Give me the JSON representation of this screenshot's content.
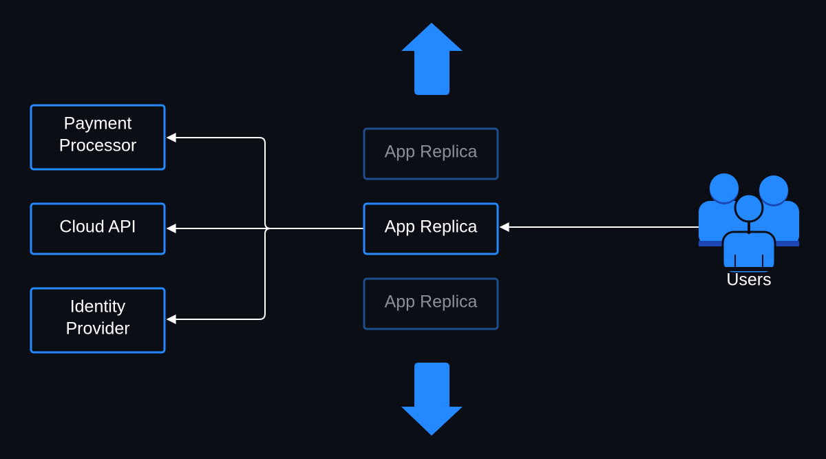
{
  "colors": {
    "background": "#0b0e15",
    "accent_blue": "#2489ff",
    "dark_blue": "#1a47b3",
    "faded_border": "#1d4d8c",
    "connector": "#ffffff",
    "text": "#ffffff",
    "faded_text": "#8a8f98"
  },
  "services": {
    "payment": {
      "line1": "Payment",
      "line2": "Processor"
    },
    "cloud_api": {
      "label": "Cloud API"
    },
    "identity": {
      "line1": "Identity",
      "line2": "Provider"
    }
  },
  "replicas": {
    "top": {
      "label": "App Replica",
      "state": "faded"
    },
    "middle": {
      "label": "App Replica",
      "state": "active"
    },
    "bottom": {
      "label": "App Replica",
      "state": "faded"
    }
  },
  "users": {
    "label": "Users",
    "icon": "users-group-icon"
  },
  "scaling": {
    "up_icon": "arrow-up-icon",
    "down_icon": "arrow-down-icon"
  }
}
